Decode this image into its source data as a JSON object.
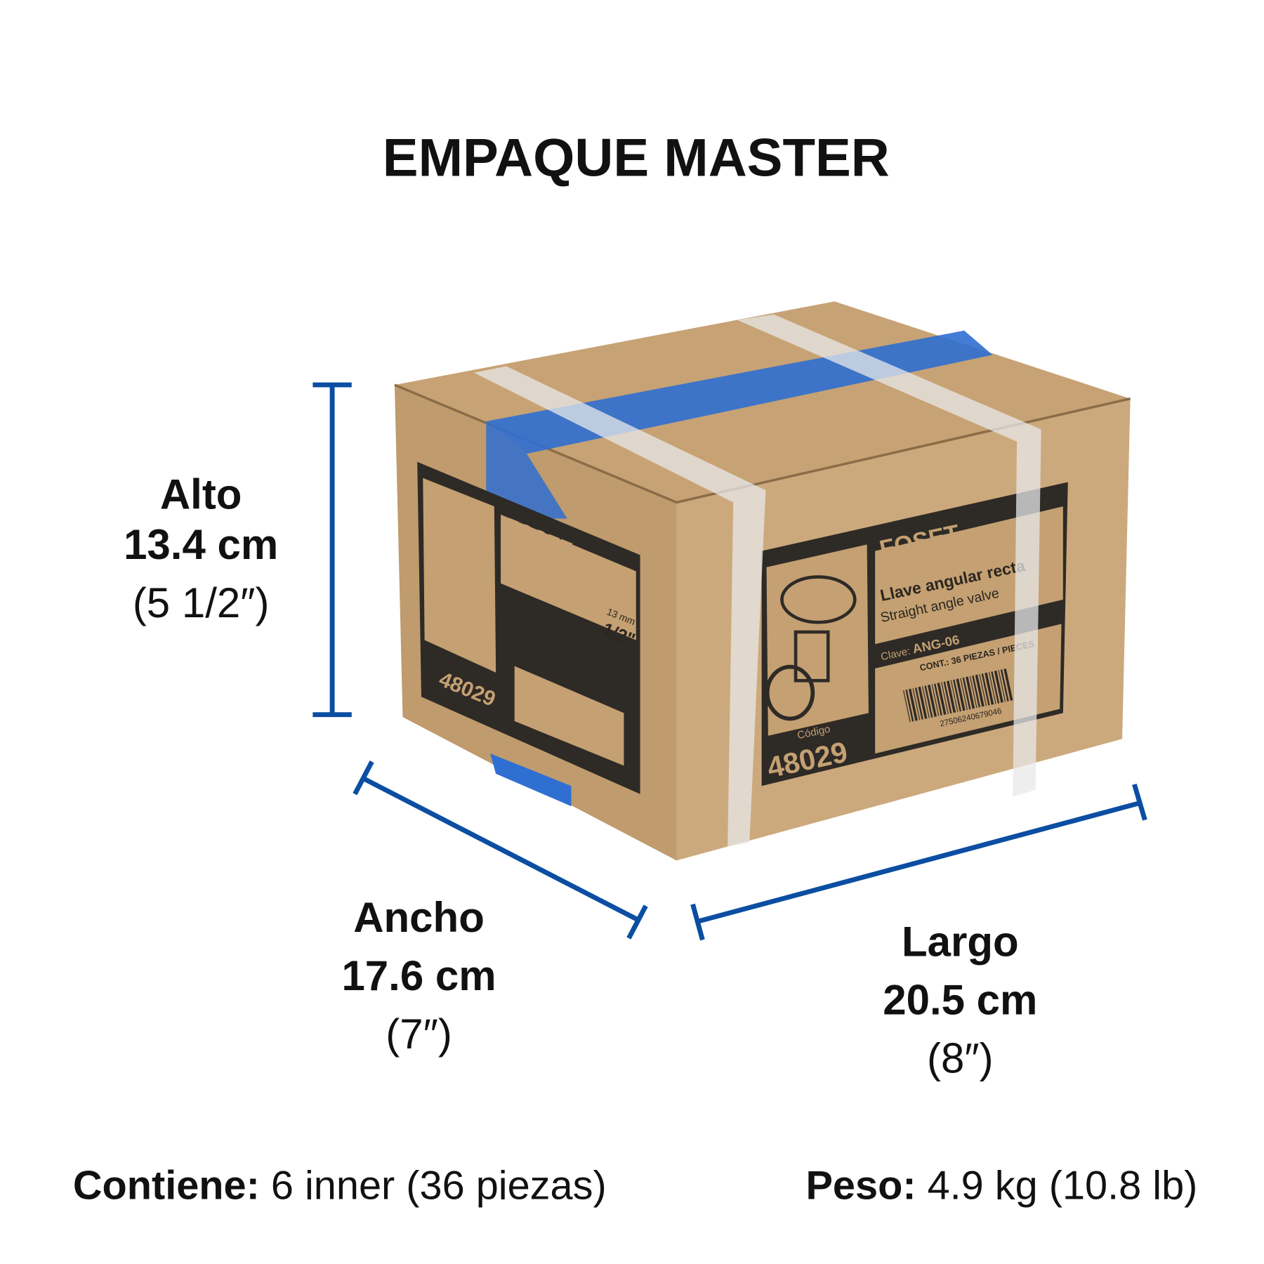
{
  "title": "EMPAQUE MASTER",
  "dimensions": {
    "alto": {
      "label": "Alto",
      "metric": "13.4 cm",
      "imperial": "(5 1/2″)"
    },
    "ancho": {
      "label": "Ancho",
      "metric": "17.6 cm",
      "imperial": "(7″)"
    },
    "largo": {
      "label": "Largo",
      "metric": "20.5 cm",
      "imperial": "(8″)"
    }
  },
  "footer": {
    "contents_label": "Contiene:",
    "contents_value": " 6 inner (36 piezas)",
    "weight_label": "Peso:",
    "weight_value": " 4.9 kg (10.8 lb)"
  },
  "box_label": {
    "brand": "FOSET",
    "product_es": "Llave angular recta",
    "product_en": "Straight angle valve",
    "size_mm": "13 mm",
    "size_in": "1/2\"",
    "clave_label": "Clave:",
    "clave": "ANG-06",
    "contents": "CONT.: 36 PIEZAS / PIECES",
    "codigo_label": "Código",
    "codigo": "48029",
    "barcode": "27506240679046"
  },
  "colors": {
    "dimension_line": "#0b4ea2",
    "cardboard": "#c9a77a",
    "tape": "#2f6fd1"
  }
}
